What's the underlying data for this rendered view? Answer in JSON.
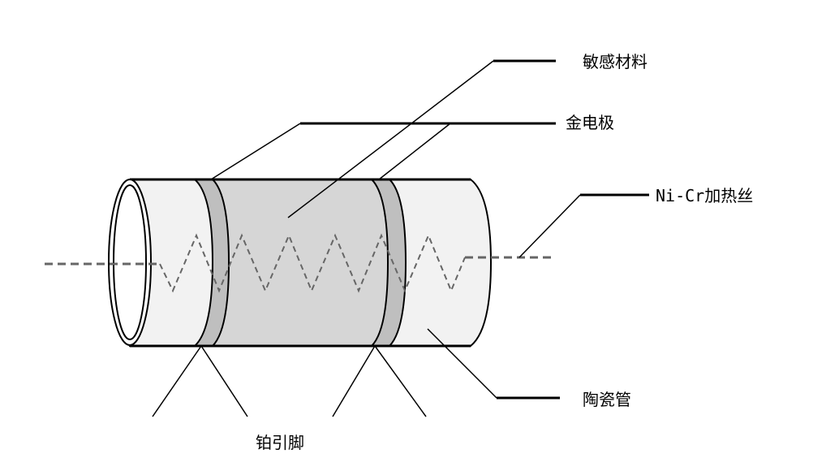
{
  "labels": {
    "sensitive_material": "敏感材料",
    "gold_electrode": "金电极",
    "heater_prefix": "Ni-Cr",
    "heater": "加热丝",
    "ceramic_tube": "陶瓷管",
    "platinum_leads": "铂引脚"
  },
  "colors": {
    "tube": "#f2f2f2",
    "sensitive_layer": "#d6d6d6",
    "electrode": "#bfbfbf",
    "heater_wire": "#666666"
  }
}
